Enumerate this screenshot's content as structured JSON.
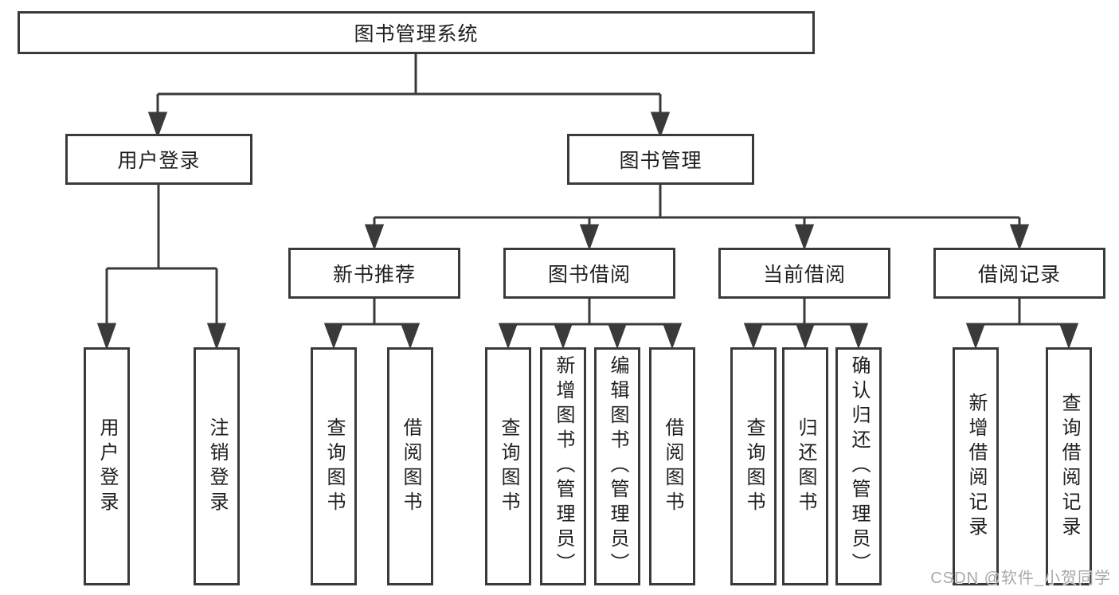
{
  "diagram": {
    "root": {
      "label": "图书管理系统"
    },
    "user_login": {
      "label": "用户登录",
      "children": [
        {
          "label": "用户登录"
        },
        {
          "label": "注销登录"
        }
      ]
    },
    "book_management": {
      "label": "图书管理"
    },
    "modules": [
      {
        "label": "新书推荐",
        "children": [
          {
            "label": "查询图书"
          },
          {
            "label": "借阅图书"
          }
        ]
      },
      {
        "label": "图书借阅",
        "children": [
          {
            "label": "查询图书"
          },
          {
            "label": "新增图书（管理员）"
          },
          {
            "label": "编辑图书（管理员）"
          },
          {
            "label": "借阅图书"
          }
        ]
      },
      {
        "label": "当前借阅",
        "children": [
          {
            "label": "查询图书"
          },
          {
            "label": "归还图书"
          },
          {
            "label": "确认归还（管理员）"
          }
        ]
      },
      {
        "label": "借阅记录",
        "children": [
          {
            "label": "新增借阅记录"
          },
          {
            "label": "查询借阅记录"
          }
        ]
      }
    ]
  },
  "watermark": {
    "text": "CSDN @软件_小贺同学"
  },
  "colors": {
    "line": "#3a3a3a",
    "text": "#1f1f1f",
    "watermark": "#a9a9a9",
    "background": "#ffffff"
  }
}
